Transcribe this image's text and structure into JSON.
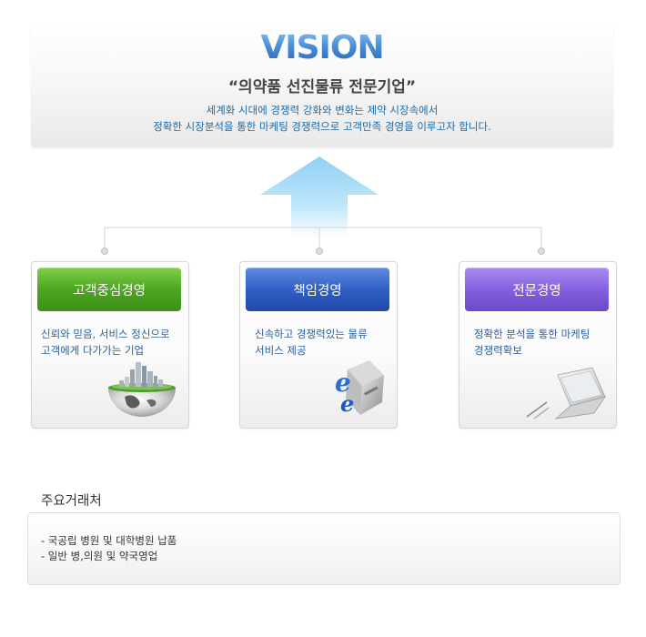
{
  "vision": {
    "title": "VISION",
    "slogan": "“의약품 선진물류 전문기업”",
    "description_line1": "세계화 시대에 경쟁력 강화와 변화는 제약 시장속에서",
    "description_line2": "정확한 시장분석을 통한 마케팅 경쟁력으로 고객만족 경영을 이루고자 합니다."
  },
  "strategies": [
    {
      "title": "고객중심경영",
      "line1": "신뢰와 믿음, 서비스 정신으로",
      "line2": "고객에게 다가가는 기업",
      "icon": "city-globe-icon",
      "color": "#4da621"
    },
    {
      "title": "책임경영",
      "line1": "신속하고 경쟁력있는 물류",
      "line2": "서비스 제공",
      "icon": "internet-e-icon",
      "color": "#2f5fc4"
    },
    {
      "title": "전문경영",
      "line1": "정확한 분석을 통한 마케팅",
      "line2": "경쟁력확보",
      "icon": "laptop-icon",
      "color": "#8561de"
    }
  ],
  "clients": {
    "title": "주요거래처",
    "items": [
      "- 국공립 병원 및 대학병원 납품",
      "- 일반 병,의원 및 약국영업"
    ]
  },
  "colors": {
    "vision_blue": "#3f7fc4",
    "description_text": "#1c6aa8",
    "card_text": "#2a5f9c",
    "arrow": "#a8daf5"
  }
}
